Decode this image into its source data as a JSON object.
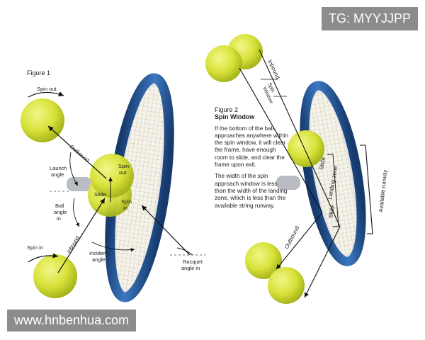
{
  "watermarks": {
    "top": "TG: MYYJJPP",
    "bottom": "www.hnbenhua.com"
  },
  "figure1": {
    "title": "Figure 1",
    "labels": {
      "spin_out_top": "Spin out",
      "outbound": "Outbound",
      "launch_angle_1": "Launch",
      "launch_angle_2": "angle",
      "ball_angle_1": "Ball",
      "ball_angle_2": "angle",
      "ball_angle_3": "in",
      "spin_out_mid_1": "Spin",
      "spin_out_mid_2": "out",
      "slide": "Slide",
      "spin_in_mid_1": "Spin",
      "spin_in_mid_2": "in",
      "spin_in_left": "Spin in",
      "inbound": "Inbound",
      "incident_1": "Incident",
      "incident_2": "angle",
      "racquet_1": "Racquet",
      "racquet_2": "angle in"
    }
  },
  "figure2": {
    "title": "Figure 2",
    "subtitle": "Spin Window",
    "para1": "If the bottom of the ball approaches anywhere within the spin window, it will clear the frame, have enough room to slide, and clear the frame upon exit.",
    "para2": "The width of the spin approach window is less than the width of the landing zone, which is less than the available string runway.",
    "labels": {
      "inbound": "Inbound",
      "spin_1": "Spin",
      "spin_2": "Window",
      "slide_top": "Slide",
      "landing_zone": "Landing zone",
      "slide_bottom": "Slide",
      "available_runway": "Available runway",
      "outbound": "Outbound"
    }
  },
  "colors": {
    "ball": "#d8e23a",
    "ball_shade": "#aab81c",
    "frame": "#2b5c9c",
    "frame_dark": "#163a6c",
    "frame_rim": "#c9ccd2",
    "strings": "#d9d6c9"
  }
}
